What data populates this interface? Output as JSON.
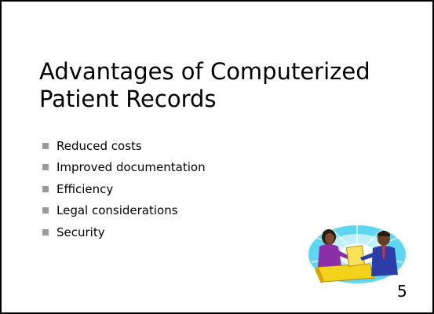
{
  "slide": {
    "title": "Advantages of Computerized Patient Records",
    "bullets": [
      "Reduced costs",
      "Improved documentation",
      "Efficiency",
      "Legal considerations",
      "Security"
    ],
    "page_number": "5",
    "clipart_icon": "business-handshake-clipart-icon"
  },
  "colors": {
    "bullet_marker": "#9a9a9a",
    "clipart_sunburst": "#5ed6f0",
    "clipart_desk": "#f2d21a"
  }
}
